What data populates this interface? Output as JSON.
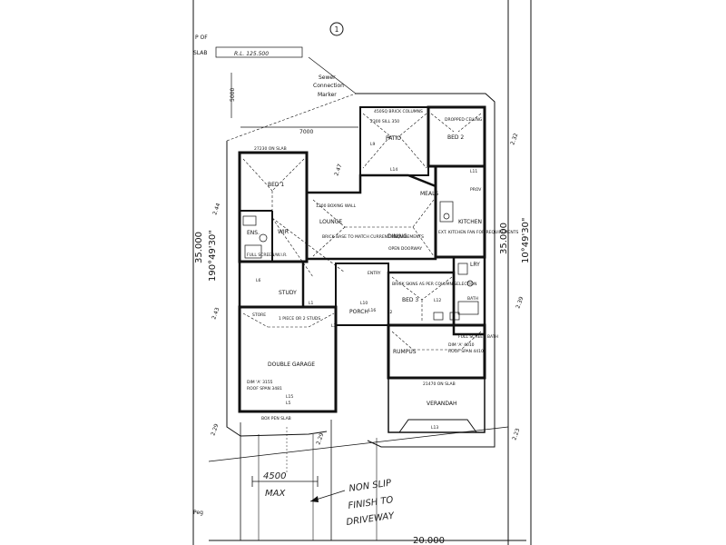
{
  "sheet": {
    "number": "1",
    "title_left_top": "P OF",
    "title_left_slab": "SLAB",
    "handwritten_rl": "R.L. 125.500",
    "peg": "Peg"
  },
  "site": {
    "sewer": [
      "Sewer",
      "Connection",
      "Marker"
    ],
    "setback_5000": "5000",
    "dim_7000": "7000",
    "dim_35000_left": "35.000",
    "dim_35000_right": "35.000",
    "bearing_left": "190°49'30\"",
    "bearing_right": "10°49'30\"",
    "frontage": "20.000",
    "corner_tl": "2.44",
    "corner_mid_left": "2.43",
    "corner_bl": "2.29",
    "corner_bottom_mid": "2.29",
    "corner_tr": "2.32",
    "corner_mid_right": "2.39",
    "corner_br": "2.23",
    "level_247": "2.47",
    "dim_4500": "4500",
    "max_label": "MAX",
    "note": [
      "NON SLIP",
      "FINISH TO",
      "DRIVEWAY"
    ]
  },
  "rooms": {
    "bed1": "BED 1",
    "ens": "ENS.",
    "wir": "WIR",
    "patio": "PATIO",
    "bed2": "BED 2",
    "meals": "MEALS",
    "lounge": "LOUNGE",
    "dining": "DINING",
    "kitchen": "KITCHEN",
    "prov": "PROV",
    "lry": "LRY",
    "bed3": "BED 3",
    "bath": "BATH",
    "study": "STUDY",
    "store": "STORE",
    "porch": "PORCH",
    "entry": "ENTRY",
    "garage": "DOUBLE GARAGE",
    "rumpus": "RUMPUS",
    "verandah": "VERANDAH"
  },
  "notes": {
    "slab_top": "27230 ON SLAB",
    "slab_garage": "BOX PEN SLAB",
    "brick_cols": "450SQ BRICK COLUMNS",
    "dropped_ceiling": "DROPPED CEILING",
    "bed2_top": "2300 SILL 350",
    "mesh": "BRICK BASE TO MATCH CURRENT REQUIREMENTS",
    "open_door": "OPEN DOORWAY",
    "brick_skins": "BRICK SKINS AS PER COLUMN SELECTION",
    "bw_lounge": "1200 BOXING WALL",
    "exhaust": "EXT. KITCHEN FAN FOR REQUIREMENTS",
    "stud_wall": "1 PIECE OR 2 STUDS",
    "garage_dim": "DIM 'A' 3155",
    "garage_roof": "ROOF SPAN 3481",
    "rumpus_dim": "DIM 'A' 4010",
    "rumpus_roof": "ROOF SPAN 4410",
    "verandah_dim": "21470 ON SLAB",
    "full_screen": "FULL SCREEN BATH",
    "full_screen_ens": "FULL SCREEN/W.I.R.",
    "l1": "L1",
    "l2": "L2",
    "l3": "L3",
    "l5": "L5",
    "l6": "L6",
    "l9": "L9",
    "l10": "L10",
    "l11": "L11",
    "l12": "L12",
    "l13": "L13",
    "l14": "L14",
    "l15": "L15",
    "l16": "L16"
  }
}
